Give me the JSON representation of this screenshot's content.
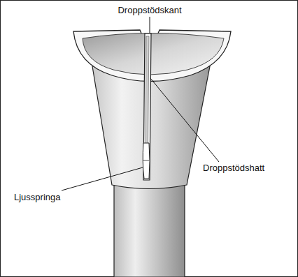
{
  "diagram": {
    "labels": [
      "Droppstödskant",
      "Droppstödshatt",
      "Ljusspringa"
    ]
  }
}
